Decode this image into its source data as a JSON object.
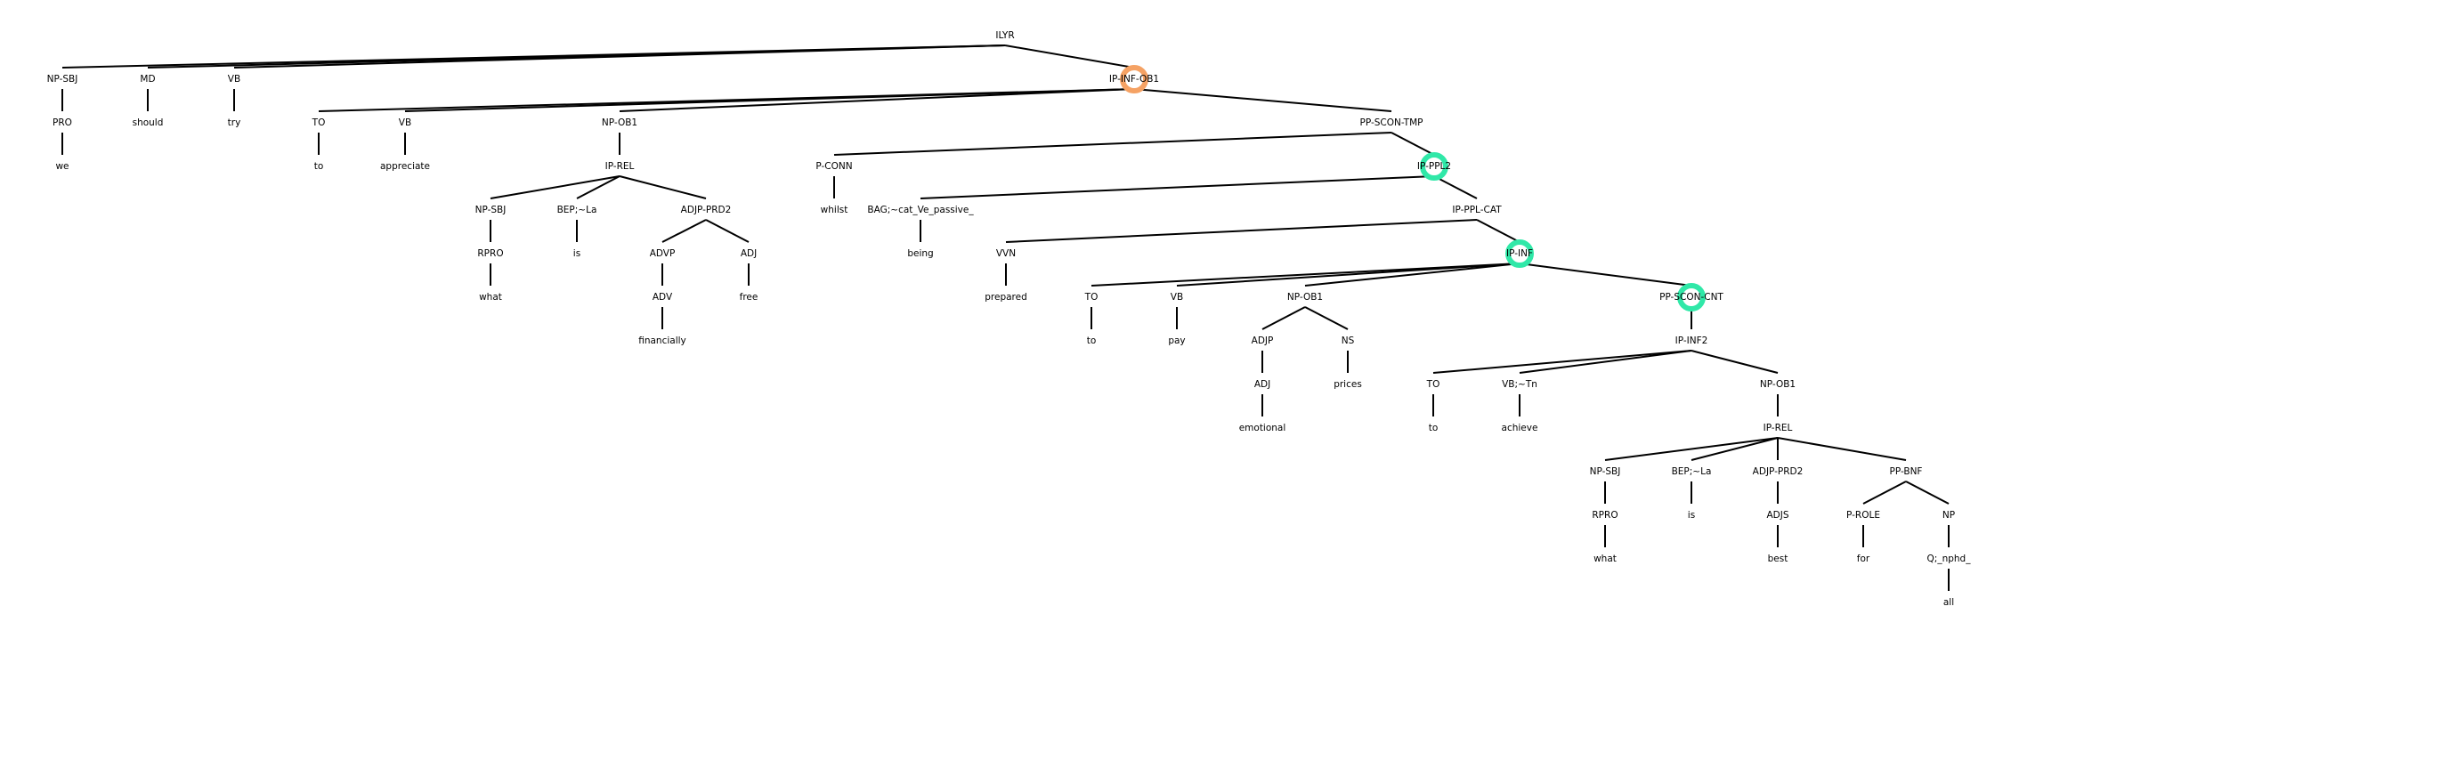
{
  "tree": {
    "marker_colors": {
      "orange": "#f5a264",
      "green": "#30e8a8"
    },
    "nodes": [
      {
        "id": "n0",
        "label": "ILYR"
      },
      {
        "id": "n1",
        "label": "NP-SBJ",
        "parent": "n0"
      },
      {
        "id": "n2",
        "label": "PRO",
        "parent": "n1"
      },
      {
        "id": "n3",
        "label": "we",
        "parent": "n2"
      },
      {
        "id": "n4",
        "label": "MD",
        "parent": "n0"
      },
      {
        "id": "n5",
        "label": "should",
        "parent": "n4"
      },
      {
        "id": "n6",
        "label": "VB",
        "parent": "n0"
      },
      {
        "id": "n7",
        "label": "try",
        "parent": "n6"
      },
      {
        "id": "n8",
        "label": "IP-INF-OB1",
        "parent": "n0",
        "marker": "orange"
      },
      {
        "id": "n9",
        "label": "TO",
        "parent": "n8"
      },
      {
        "id": "n10",
        "label": "to",
        "parent": "n9"
      },
      {
        "id": "n11",
        "label": "VB",
        "parent": "n8"
      },
      {
        "id": "n12",
        "label": "appreciate",
        "parent": "n11"
      },
      {
        "id": "n13",
        "label": "NP-OB1",
        "parent": "n8"
      },
      {
        "id": "n14",
        "label": "IP-REL",
        "parent": "n13"
      },
      {
        "id": "n15",
        "label": "NP-SBJ",
        "parent": "n14"
      },
      {
        "id": "n16",
        "label": "RPRO",
        "parent": "n15"
      },
      {
        "id": "n17",
        "label": "what",
        "parent": "n16"
      },
      {
        "id": "n18",
        "label": "BEP;~La",
        "parent": "n14"
      },
      {
        "id": "n19",
        "label": "is",
        "parent": "n18"
      },
      {
        "id": "n20",
        "label": "ADJP-PRD2",
        "parent": "n14"
      },
      {
        "id": "n21",
        "label": "ADVP",
        "parent": "n20"
      },
      {
        "id": "n22",
        "label": "ADV",
        "parent": "n21"
      },
      {
        "id": "n23",
        "label": "financially",
        "parent": "n22"
      },
      {
        "id": "n24",
        "label": "ADJ",
        "parent": "n20"
      },
      {
        "id": "n25",
        "label": "free",
        "parent": "n24"
      },
      {
        "id": "n26",
        "label": "PP-SCON-TMP",
        "parent": "n8"
      },
      {
        "id": "n27",
        "label": "P-CONN",
        "parent": "n26"
      },
      {
        "id": "n28",
        "label": "whilst",
        "parent": "n27"
      },
      {
        "id": "n29",
        "label": "IP-PPL2",
        "parent": "n26",
        "marker": "green"
      },
      {
        "id": "n30",
        "label": "BAG;~cat_Ve_passive_",
        "parent": "n29"
      },
      {
        "id": "n31",
        "label": "being",
        "parent": "n30"
      },
      {
        "id": "n32",
        "label": "IP-PPL-CAT",
        "parent": "n29"
      },
      {
        "id": "n33",
        "label": "VVN",
        "parent": "n32"
      },
      {
        "id": "n34",
        "label": "prepared",
        "parent": "n33"
      },
      {
        "id": "n35",
        "label": "IP-INF",
        "parent": "n32",
        "marker": "green"
      },
      {
        "id": "n36",
        "label": "TO",
        "parent": "n35"
      },
      {
        "id": "n37",
        "label": "to",
        "parent": "n36"
      },
      {
        "id": "n38",
        "label": "VB",
        "parent": "n35"
      },
      {
        "id": "n39",
        "label": "pay",
        "parent": "n38"
      },
      {
        "id": "n40",
        "label": "NP-OB1",
        "parent": "n35"
      },
      {
        "id": "n41",
        "label": "ADJP",
        "parent": "n40"
      },
      {
        "id": "n42",
        "label": "ADJ",
        "parent": "n41"
      },
      {
        "id": "n43",
        "label": "emotional",
        "parent": "n42"
      },
      {
        "id": "n44",
        "label": "NS",
        "parent": "n40"
      },
      {
        "id": "n45",
        "label": "prices",
        "parent": "n44"
      },
      {
        "id": "n46",
        "label": "PP-SCON-CNT",
        "parent": "n35",
        "marker": "green"
      },
      {
        "id": "n47",
        "label": "IP-INF2",
        "parent": "n46"
      },
      {
        "id": "n48",
        "label": "TO",
        "parent": "n47"
      },
      {
        "id": "n49",
        "label": "to",
        "parent": "n48"
      },
      {
        "id": "n50",
        "label": "VB;~Tn",
        "parent": "n47"
      },
      {
        "id": "n51",
        "label": "achieve",
        "parent": "n50"
      },
      {
        "id": "n52",
        "label": "NP-OB1",
        "parent": "n47"
      },
      {
        "id": "n53",
        "label": "IP-REL",
        "parent": "n52"
      },
      {
        "id": "n54",
        "label": "NP-SBJ",
        "parent": "n53"
      },
      {
        "id": "n55",
        "label": "RPRO",
        "parent": "n54"
      },
      {
        "id": "n56",
        "label": "what",
        "parent": "n55"
      },
      {
        "id": "n57",
        "label": "BEP;~La",
        "parent": "n53"
      },
      {
        "id": "n58",
        "label": "is",
        "parent": "n57"
      },
      {
        "id": "n59",
        "label": "ADJP-PRD2",
        "parent": "n53"
      },
      {
        "id": "n60",
        "label": "ADJS",
        "parent": "n59"
      },
      {
        "id": "n61",
        "label": "best",
        "parent": "n60"
      },
      {
        "id": "n62",
        "label": "PP-BNF",
        "parent": "n53"
      },
      {
        "id": "n63",
        "label": "P-ROLE",
        "parent": "n62"
      },
      {
        "id": "n64",
        "label": "for",
        "parent": "n63"
      },
      {
        "id": "n65",
        "label": "NP",
        "parent": "n62"
      },
      {
        "id": "n66",
        "label": "Q;_nphd_",
        "parent": "n65"
      },
      {
        "id": "n67",
        "label": "all",
        "parent": "n66"
      }
    ]
  }
}
